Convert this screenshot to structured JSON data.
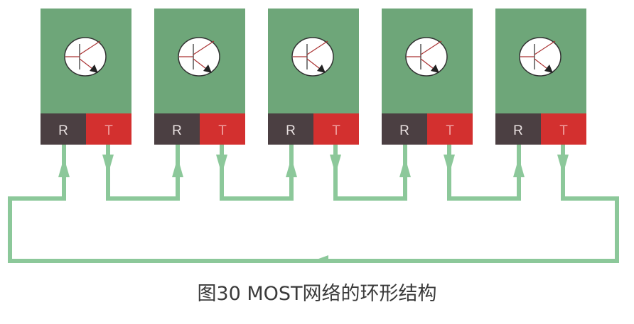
{
  "diagram": {
    "node_count": 5,
    "receive_label": "R",
    "transmit_label": "T",
    "colors": {
      "node_body": "#6ea679",
      "receive_port": "#4b3f42",
      "transmit_port": "#d3302f",
      "line": "#8cc89a",
      "port_text": "#e8e0e0"
    }
  },
  "caption": "图30 MOST网络的环形结构"
}
